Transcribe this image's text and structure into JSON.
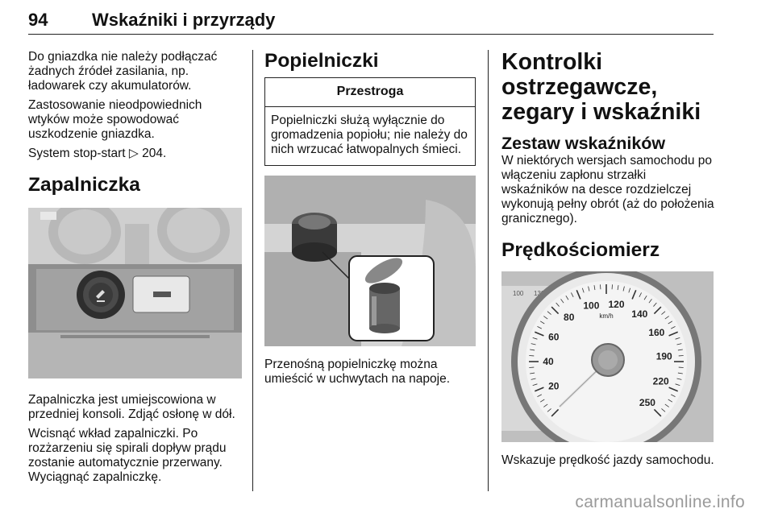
{
  "header": {
    "page_number": "94",
    "title": "Wskaźniki i przyrządy"
  },
  "col1": {
    "p1": "Do gniazdka nie należy podłączać żadnych źródeł zasilania, np. ładowarek czy akumulatorów.",
    "p2": "Zastosowanie nieodpowiednich wtyków może spowodować uszkodzenie gniazdka.",
    "p3": "System stop-start ▷ 204.",
    "heading": "Zapalniczka",
    "p4": "Zapalniczka jest umiejscowiona w przedniej konsoli. Zdjąć osłonę w dół.",
    "p5": "Wcisnąć wkład zapalniczki. Po rozżarzeniu się spirali dopływ prądu zostanie automatycznie przerwany. Wyciągnąć zapalniczkę."
  },
  "col2": {
    "heading": "Popielniczki",
    "caution_title": "Przestroga",
    "caution_text": "Popielniczki służą wyłącznie do gromadzenia popiołu; nie należy do nich wrzucać łatwopalnych śmieci.",
    "caption": "Przenośną popielniczkę można umieścić w uchwytach na napoje."
  },
  "col3": {
    "heading_main": "Kontrolki ostrzegawcze, zegary i wskaźniki",
    "subheading": "Zestaw wskaźników",
    "p1": "W niektórych wersjach samochodu po włączeniu zapłonu strzałki wskaźników na desce rozdzielczej wykonują pełny obrót (aż do położenia granicznego).",
    "heading2": "Prędkościomierz",
    "caption": "Wskazuje prędkość jazdy samochodu."
  },
  "speedometer": {
    "numbers": [
      "20",
      "40",
      "60",
      "80",
      "100",
      "120",
      "140",
      "160",
      "190",
      "220",
      "250"
    ],
    "unit": "km/h",
    "odometer_numbers": [
      "100",
      "130"
    ]
  },
  "watermark": "carmanualsonline.info"
}
